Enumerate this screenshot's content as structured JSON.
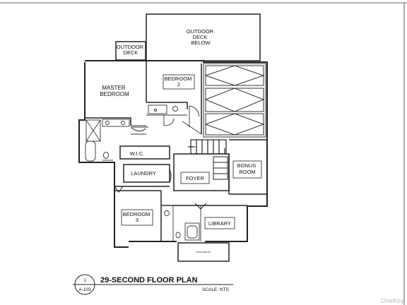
{
  "rooms": {
    "outdoor_deck_below": [
      "OUTDOOR",
      "DECK",
      "BELOW"
    ],
    "outdoor_deck": [
      "OUTDOOR",
      "DECK"
    ],
    "master_bedroom": [
      "MASTER",
      "BEDROOM"
    ],
    "bedroom_2": [
      "BEDROOM",
      "2"
    ],
    "wic": "W.I.C.",
    "laundry": "LAUNDRY",
    "foyer": "FOYER",
    "bonus_room": [
      "BONUS",
      "ROOM"
    ],
    "bedroom_3": [
      "BEDROOM",
      "3"
    ],
    "library": "LIBRARY",
    "roof_below": "ROOF BELOW"
  },
  "title_block": {
    "detail_number": "1",
    "sheet_number": "A-103",
    "title": "29-SECOND FLOOR PLAN",
    "scale": "SCALE: NTS"
  },
  "watermark": "OneKey"
}
